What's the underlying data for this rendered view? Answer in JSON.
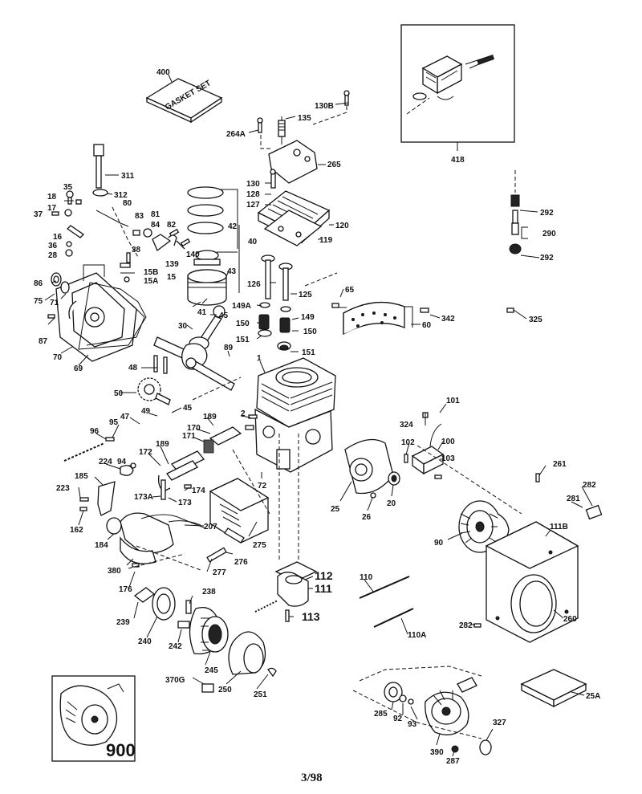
{
  "diagram": {
    "footer": "3/98",
    "gasket_set_text": "GASKET SET",
    "inset_label": "900",
    "callouts": {
      "c400": "400",
      "c418": "418",
      "c135": "135",
      "c130B": "130B",
      "c264A": "264A",
      "c265": "265",
      "c311": "311",
      "c312": "312",
      "c130": "130",
      "c128": "128",
      "c127": "127",
      "c120": "120",
      "c119": "119",
      "c292a": "292",
      "c290": "290",
      "c292b": "292",
      "c35": "35",
      "c18": "18",
      "c17": "17",
      "c37": "37",
      "c80": "80",
      "c83": "83",
      "c81": "81",
      "c84": "84",
      "c82": "82",
      "c16": "16",
      "c36": "36",
      "c28": "28",
      "c38": "38",
      "c139": "139",
      "c140": "140",
      "c15B": "15B",
      "c15A": "15A",
      "c15": "15",
      "c42": "42",
      "c40": "40",
      "c43": "43",
      "c86": "86",
      "c75": "75",
      "c71": "71",
      "c41": "41",
      "c126": "126",
      "c125": "125",
      "c65": "65",
      "c149A": "149A",
      "c149": "149",
      "c150a": "150",
      "c150b": "150",
      "c151a": "151",
      "c151b": "151",
      "c342": "342",
      "c60": "60",
      "c325": "325",
      "c87": "87",
      "c70": "70",
      "c69": "69",
      "c30": "30",
      "c45a": "45",
      "c89": "89",
      "c1": "1",
      "c48": "48",
      "c50": "50",
      "c49": "49",
      "c45b": "45",
      "c47": "47",
      "c189a": "189",
      "c2": "2",
      "c170": "170",
      "c101": "101",
      "c324": "324",
      "c100": "100",
      "c102": "102",
      "c103": "103",
      "c96": "96",
      "c95": "95",
      "c171": "171",
      "c224": "224",
      "c94": "94",
      "c172": "172",
      "c189b": "189",
      "c185": "185",
      "c173A": "173A",
      "c174": "174",
      "c173": "173",
      "c72": "72",
      "c25": "25",
      "c26": "26",
      "c20": "20",
      "c261": "261",
      "c223": "223",
      "c162": "162",
      "c207": "207",
      "c184": "184",
      "c275": "275",
      "c276": "276",
      "c282a": "282",
      "c281": "281",
      "c111B": "111B",
      "c90": "90",
      "c380": "380",
      "c277": "277",
      "c112": "112",
      "c111": "111",
      "c176": "176",
      "c238": "238",
      "c110": "110",
      "c113": "113",
      "c239": "239",
      "c240": "240",
      "c242": "242",
      "c110A": "110A",
      "c282b": "282",
      "c260": "260",
      "c245": "245",
      "c370G": "370G",
      "c250": "250",
      "c251": "251",
      "c285": "285",
      "c92": "92",
      "c93": "93",
      "c25A": "25A",
      "c327": "327",
      "c390": "390",
      "c287": "287"
    }
  }
}
